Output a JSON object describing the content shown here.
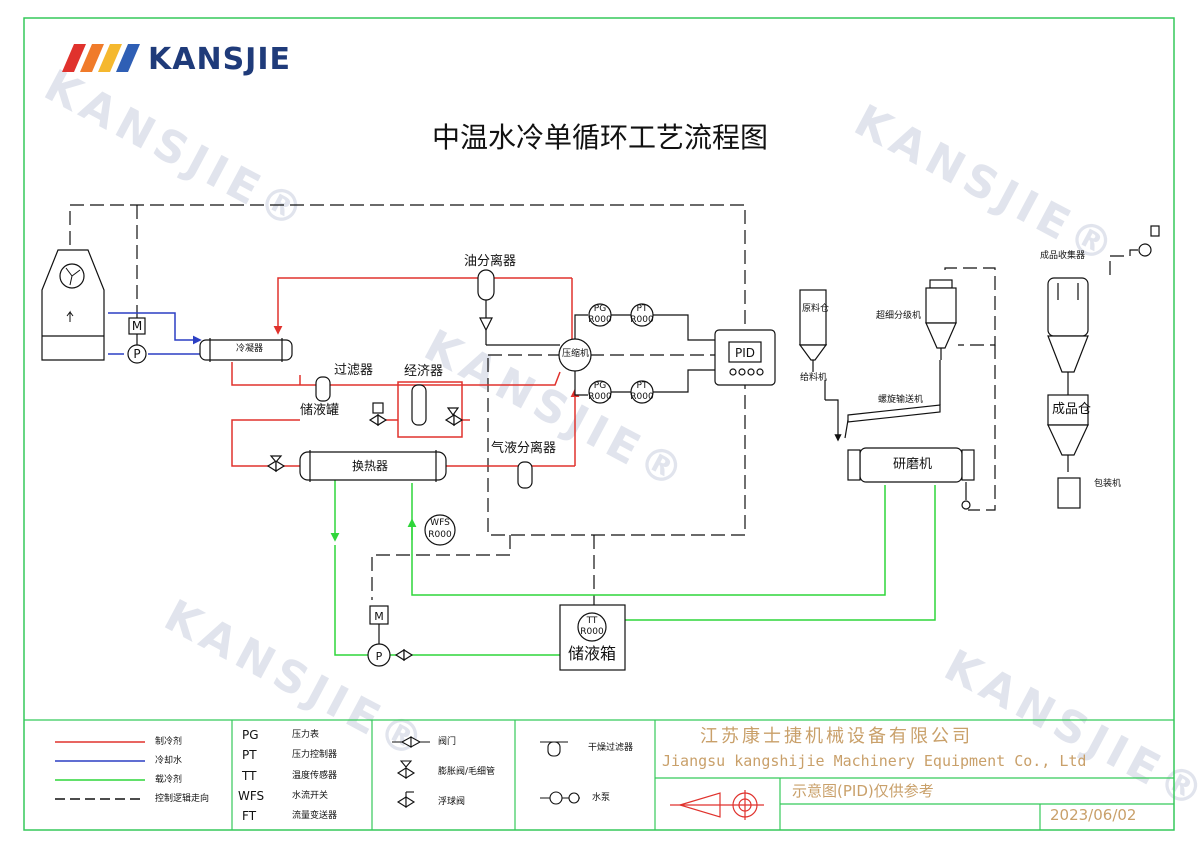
{
  "brand": {
    "name": "KANSJIE",
    "watermark": "KANSJIE®"
  },
  "title": "中温水冷单循环工艺流程图",
  "equipment": {
    "oil_separator": "油分离器",
    "condenser": "冷凝器",
    "filter": "过滤器",
    "receiver": "储液罐",
    "economizer": "经济器",
    "gas_liquid_separator": "气液分离器",
    "heat_exchanger": "换热器",
    "compressor": "压缩机",
    "pid_controller": "PID",
    "raw_bin": "原料仓",
    "feeder": "给料机",
    "screw_conveyor": "螺旋输送机",
    "classifier": "超细分级机",
    "collector": "成品收集器",
    "product_bin": "成品仓",
    "packing_machine": "包装机",
    "grinder": "研磨机",
    "storage_tank": "储液箱",
    "motor": "M",
    "pump": "P"
  },
  "instruments": {
    "pg_top": {
      "tag": "PG",
      "value": "R000"
    },
    "pt_top": {
      "tag": "PT",
      "value": "R000"
    },
    "pg_bottom": {
      "tag": "PG",
      "value": "R000"
    },
    "pt_bottom": {
      "tag": "PT",
      "value": "R000"
    },
    "wfs": {
      "tag": "WFS",
      "value": "R000"
    },
    "tt": {
      "tag": "TT",
      "value": "R000"
    }
  },
  "legend": {
    "lines": [
      {
        "label": "制冷剂",
        "color": "#e0322d",
        "style": "solid"
      },
      {
        "label": "冷却水",
        "color": "#2b3fc4",
        "style": "solid"
      },
      {
        "label": "载冷剂",
        "color": "#2fd63a",
        "style": "solid"
      },
      {
        "label": "控制逻辑走向",
        "color": "#111111",
        "style": "dashed"
      }
    ],
    "abbreviations": [
      {
        "code": "PG",
        "meaning": "压力表"
      },
      {
        "code": "PT",
        "meaning": "压力控制器"
      },
      {
        "code": "TT",
        "meaning": "温度传感器"
      },
      {
        "code": "WFS",
        "meaning": "水流开关"
      },
      {
        "code": "FT",
        "meaning": "流量变送器"
      }
    ],
    "symbols": [
      {
        "icon": "gate-valve-icon",
        "label": "阀门"
      },
      {
        "icon": "expansion-valve-icon",
        "label": "膨胀阀/毛细管"
      },
      {
        "icon": "float-valve-icon",
        "label": "浮球阀"
      },
      {
        "icon": "dry-filter-icon",
        "label": "干燥过滤器"
      },
      {
        "icon": "water-pump-icon",
        "label": "水泵"
      }
    ]
  },
  "title_block": {
    "company_cn": "江苏康士捷机械设备有限公司",
    "company_en": "Jiangsu kangshijie Machinery Equipment Co., Ltd",
    "disclaimer": "示意图(PID)仅供参考",
    "date": "2023/06/02"
  },
  "colors": {
    "frame": "#35c95a",
    "refrigerant": "#e0322d",
    "cooling_water": "#2b3fc4",
    "coolant": "#2fd63a",
    "control": "#111111",
    "company_text": "#c9a06a",
    "brand": "#1f3b7a"
  }
}
